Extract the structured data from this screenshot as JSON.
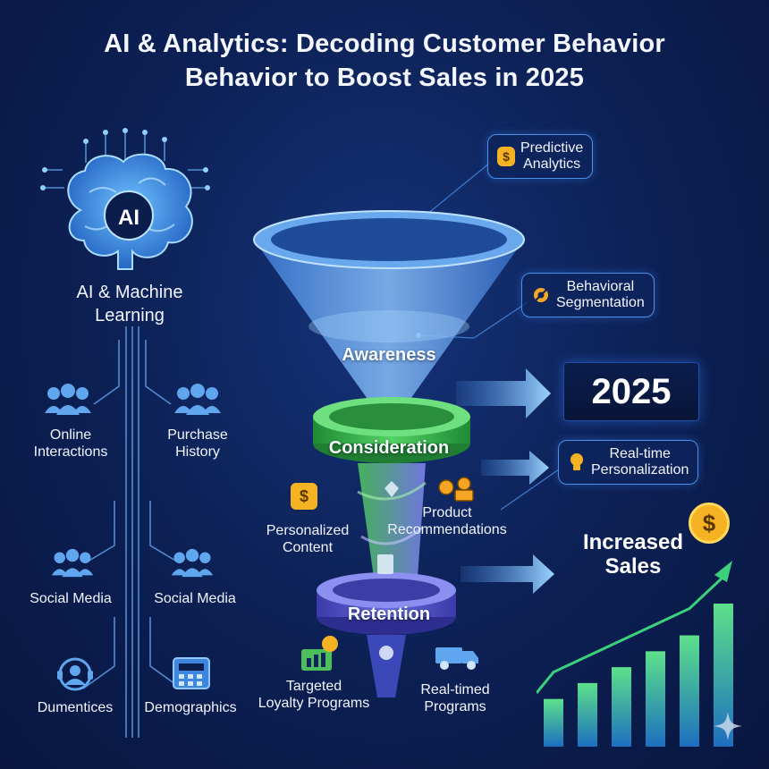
{
  "title": {
    "line1": "AI & Analytics: Decoding Customer Behavior",
    "line2": "Behavior to Boost Sales in 2025"
  },
  "brain": {
    "badge": "AI",
    "label_line1": "AI & Machine",
    "label_line2": "Learning"
  },
  "data_sources": [
    {
      "line1": "Online",
      "line2": "Interactions",
      "icon": "people-group-icon"
    },
    {
      "line1": "Purchase",
      "line2": "History",
      "icon": "people-group-icon"
    },
    {
      "line1": "Social Media",
      "line2": "",
      "icon": "people-group-icon"
    },
    {
      "line1": "Social Media",
      "line2": "",
      "icon": "people-group-icon"
    },
    {
      "line1": "Dumentices",
      "line2": "",
      "icon": "headset-person-icon"
    },
    {
      "line1": "Demographics",
      "line2": "",
      "icon": "calculator-chart-icon"
    }
  ],
  "funnel_stages": {
    "awareness": "Awareness",
    "consideration": "Consideration",
    "retention": "Retention"
  },
  "callouts": {
    "predictive": {
      "line1": "Predictive",
      "line2": "Analytics",
      "icon": "dollar-shield-icon",
      "coin": "$"
    },
    "segmentation": {
      "line1": "Behavioral",
      "line2": "Segmentation",
      "icon": "segmentation-gear-icon"
    },
    "personalization": {
      "line1": "Real-time",
      "line2": "Personalization",
      "icon": "lightbulb-icon"
    }
  },
  "tactics": {
    "personalized": {
      "line1": "Personalized",
      "line2": "Content",
      "icon": "dollar-building-icon",
      "coin": "$"
    },
    "product": {
      "line1": "Product",
      "line2": "Recommendations",
      "icon": "product-boxes-icon"
    },
    "loyalty": {
      "line1": "Targeted",
      "line2": "Loyalty Programs",
      "icon": "loyalty-chart-icon"
    },
    "realtime": {
      "line1": "Real-timed",
      "line2": "Programs",
      "icon": "delivery-truck-icon"
    }
  },
  "year_badge": "2025",
  "results": {
    "label_line1": "Increased",
    "label_line2": "Sales",
    "coin": "$"
  },
  "chart_data": {
    "type": "bar",
    "categories": [
      "",
      "",
      "",
      "",
      "",
      ""
    ],
    "values": [
      3,
      4,
      5,
      6,
      7,
      9
    ],
    "trend": "up",
    "title": "",
    "xlabel": "",
    "ylabel": ""
  },
  "colors": {
    "background": "#0d2258",
    "accent_blue": "#4a8fe8",
    "consideration_green": "#36b24a",
    "retention_purple": "#4a4fc0",
    "coin_gold": "#f5b324",
    "bar_green": "#3bd07a"
  }
}
